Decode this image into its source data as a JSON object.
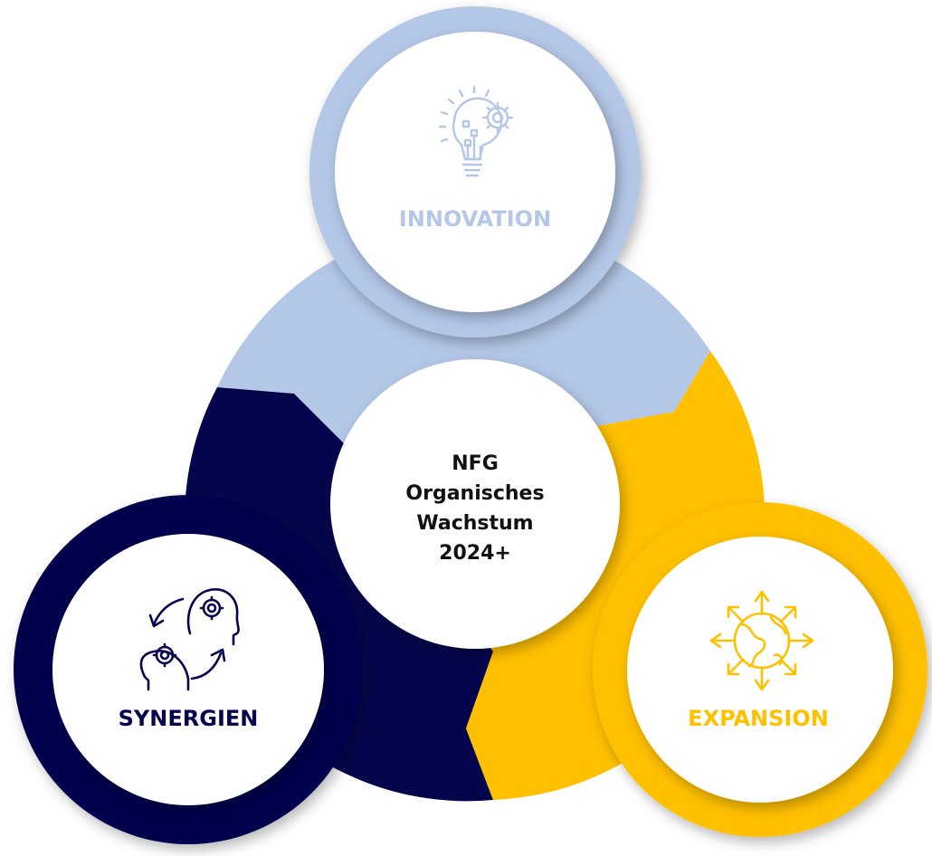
{
  "center": {
    "lines": [
      "NFG",
      "Organisches",
      "Wachstum",
      "2024+"
    ]
  },
  "nodes": [
    {
      "id": "innovation",
      "label": "INNOVATION",
      "icon": "lightbulb-gear-icon",
      "color": "#b4c7e7"
    },
    {
      "id": "synergien",
      "label": "SYNERGIEN",
      "icon": "heads-gears-exchange-icon",
      "color": "#05054d"
    },
    {
      "id": "expansion",
      "label": "EXPANSION",
      "icon": "globe-arrows-icon",
      "color": "#ffc000"
    }
  ],
  "colors": {
    "light_blue": "#b4c7e7",
    "navy": "#05054d",
    "gold": "#ffc000",
    "white": "#ffffff"
  }
}
